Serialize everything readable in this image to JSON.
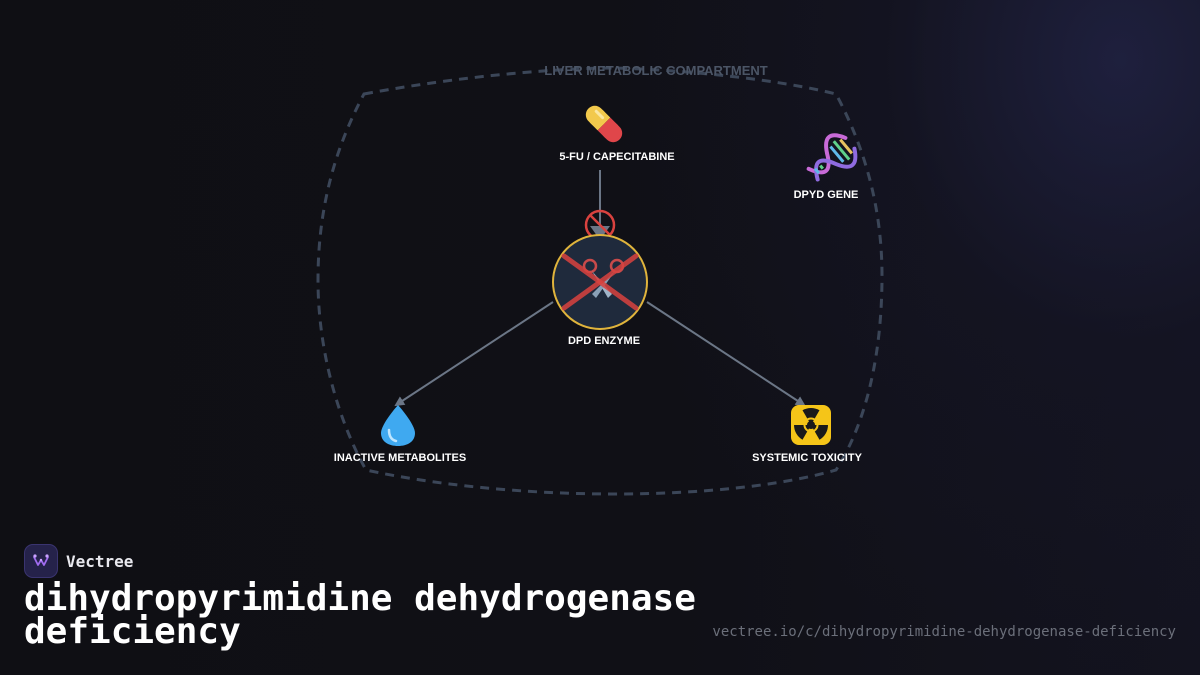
{
  "diagram": {
    "compartment_label": "LIVER METABOLIC COMPARTMENT",
    "nodes": {
      "drug": {
        "label": "5-FU / CAPECITABINE",
        "icon": "pill-icon",
        "glyph": "💊"
      },
      "gene": {
        "label": "DPYD GENE",
        "icon": "dna-icon",
        "glyph": "🧬"
      },
      "enzyme": {
        "label": "DPD ENZYME",
        "icon": "scissors-icon",
        "status_icon": "prohibited-icon"
      },
      "metabolites": {
        "label": "INACTIVE METABOLITES",
        "icon": "droplet-icon",
        "glyph": "💧"
      },
      "toxicity": {
        "label": "SYSTEMIC TOXICITY",
        "icon": "radioactive-icon",
        "glyph": "☢"
      }
    },
    "edges": [
      {
        "from": "drug",
        "to": "enzyme"
      },
      {
        "from": "enzyme",
        "to": "metabolites"
      },
      {
        "from": "enzyme",
        "to": "toxicity"
      }
    ],
    "colors": {
      "compartment_border": "#3b4658",
      "arrow": "#6b7686",
      "enzyme_ring": "#e0b43c",
      "enzyme_fill": "#1f2a3c",
      "inhibit": "#d9423f"
    }
  },
  "brand": {
    "name": "Vectree",
    "icon": "vectree-logo-icon"
  },
  "title": "dihydropyrimidine dehydrogenase deficiency",
  "url": "vectree.io/c/dihydropyrimidine-dehydrogenase-deficiency"
}
